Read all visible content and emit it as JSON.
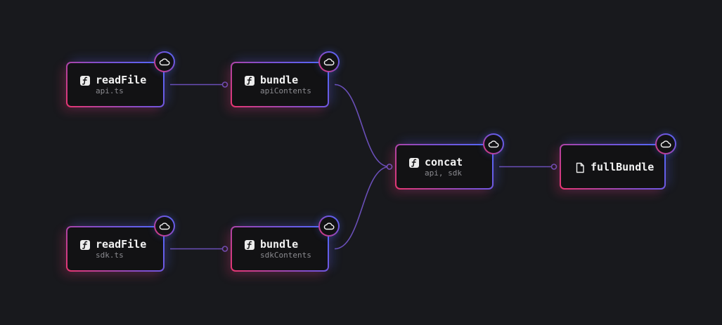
{
  "colors": {
    "background": "#18191d",
    "node_fill": "#121214",
    "gradient_blue": "#4f6bff",
    "gradient_pink": "#e8356f",
    "edge": "#6a4fb8"
  },
  "nodes": [
    {
      "id": "read-api",
      "icon": "function-icon",
      "title": "readFile",
      "subtitle": "api.ts"
    },
    {
      "id": "bundle-api",
      "icon": "function-icon",
      "title": "bundle",
      "subtitle": "apiContents"
    },
    {
      "id": "read-sdk",
      "icon": "function-icon",
      "title": "readFile",
      "subtitle": "sdk.ts"
    },
    {
      "id": "bundle-sdk",
      "icon": "function-icon",
      "title": "bundle",
      "subtitle": "sdkContents"
    },
    {
      "id": "concat",
      "icon": "function-icon",
      "title": "concat",
      "subtitle": "api, sdk"
    },
    {
      "id": "full-bundle",
      "icon": "file-icon",
      "title": "fullBundle",
      "subtitle": ""
    }
  ],
  "edges": [
    {
      "from": "read-api",
      "to": "bundle-api"
    },
    {
      "from": "read-sdk",
      "to": "bundle-sdk"
    },
    {
      "from": "bundle-api",
      "to": "concat"
    },
    {
      "from": "bundle-sdk",
      "to": "concat"
    },
    {
      "from": "concat",
      "to": "full-bundle"
    }
  ],
  "badge_icon": "cloud-icon"
}
